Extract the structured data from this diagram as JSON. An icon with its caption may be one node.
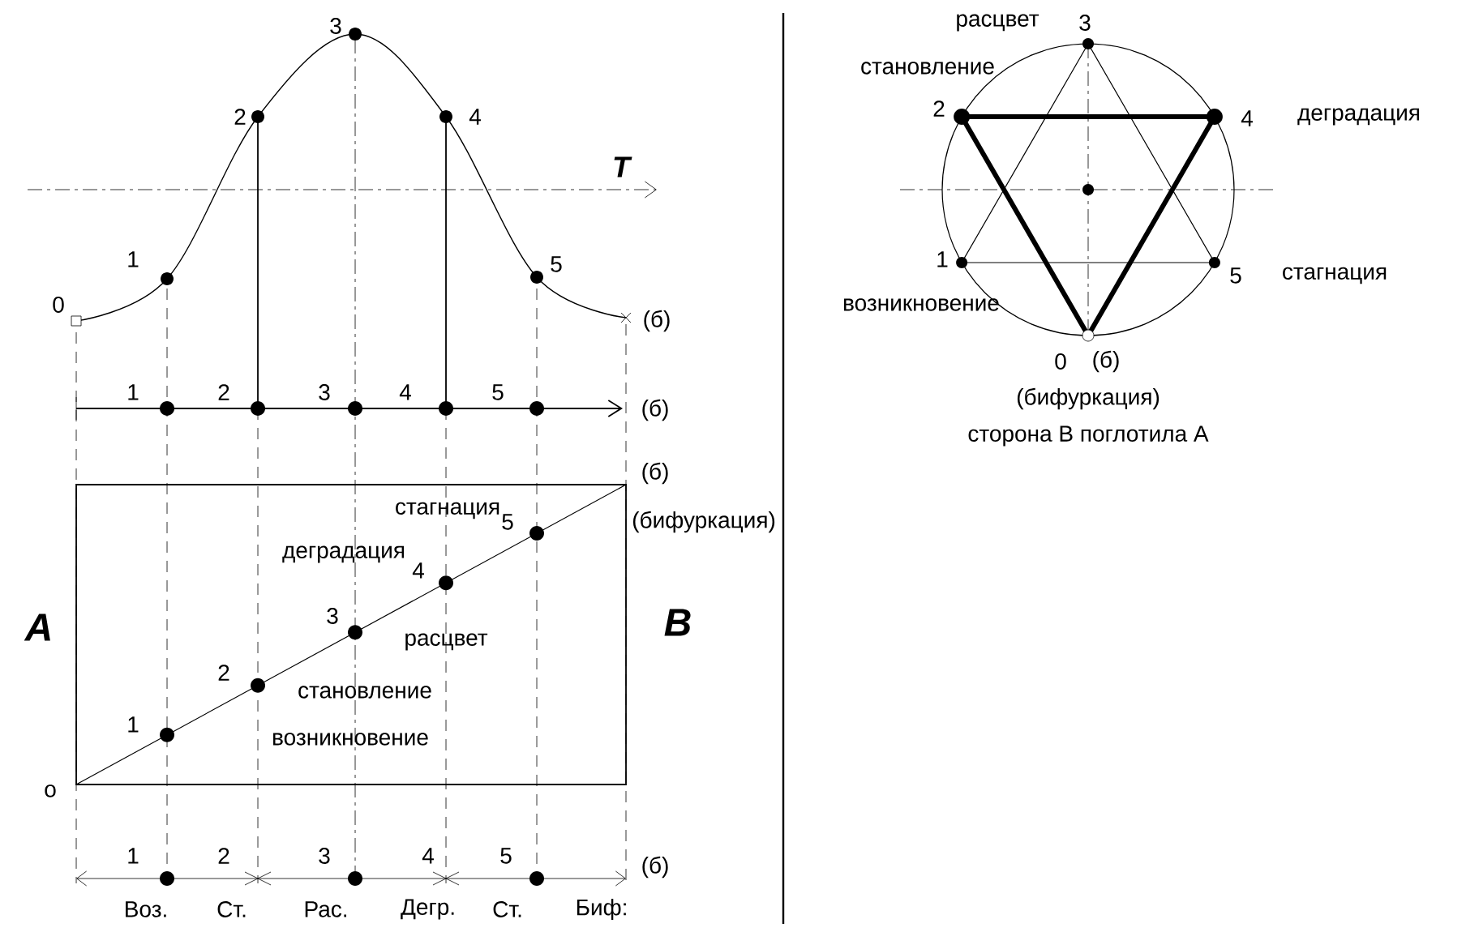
{
  "diagram": {
    "labels": [
      "3",
      "2",
      "4",
      "T",
      "1",
      "5",
      "0",
      "(б)",
      "1",
      "2",
      "3",
      "4",
      "5",
      "(б)",
      "(б)",
      "стагнация",
      "(бифуркация)",
      "деградация",
      "5",
      "4",
      "A",
      "3",
      "расцвет",
      "B",
      "2",
      "становление",
      "1",
      "возникновение",
      "o",
      "1",
      "2",
      "3",
      "4",
      "5",
      "(б)",
      "Воз.",
      "Ст.",
      "Рас.",
      "Дегр.",
      "Ст.",
      "Биф:",
      "расцвет",
      "3",
      "становление",
      "2",
      "4",
      "деградация",
      "1",
      "5",
      "стагнация",
      "возникновение",
      "0",
      "(б)",
      "(бифуркация)",
      "сторона В поглотила А"
    ]
  }
}
